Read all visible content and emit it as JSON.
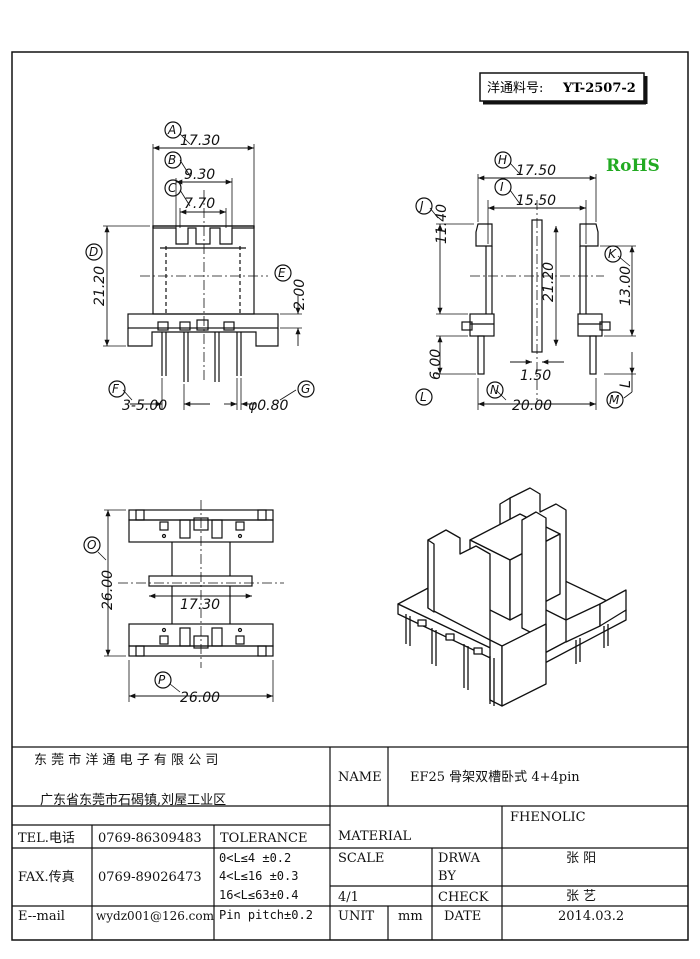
{
  "part_label": "洋通料号:",
  "part_number": "YT-2507-2",
  "rohs": "RoHS",
  "colors": {
    "line": "#111111",
    "rohs": "#22aa22"
  },
  "front_view": {
    "dims": {
      "A": "17.30",
      "B": "9.30",
      "C": "7.70",
      "D": "21.20",
      "E": "2.00",
      "F": "3-5.00",
      "G": "φ0.80"
    },
    "letters": [
      "A",
      "B",
      "C",
      "D",
      "E",
      "F",
      "G"
    ]
  },
  "side_view": {
    "dims": {
      "H": "17.50",
      "I": "15.50",
      "J": "11.40",
      "center": "21.20",
      "K": "13.00",
      "pin_w": "1.50",
      "L": "6.00",
      "N": "20.00",
      "M": "L"
    },
    "letters": [
      "H",
      "I",
      "J",
      "K",
      "L",
      "M",
      "N"
    ]
  },
  "top_view": {
    "dims": {
      "O": "26.00",
      "inner": "17.30",
      "P": "26.00"
    },
    "letters": [
      "O",
      "P"
    ]
  },
  "title_block": {
    "company": "东 莞 市 洋 通 电 子 有 限 公 司",
    "address": "广东省东莞市石碣镇,刘屋工业区",
    "name_label": "NAME",
    "name_value": "EF25 骨架双槽卧式 4+4pin",
    "tel_label": "TEL.电话",
    "tel_value": "0769-86309483",
    "fax_label": "FAX.传真",
    "fax_value": "0769-89026473",
    "email_label": "E--mail",
    "email_value": "wydz001@126.com",
    "tolerance_label": "TOLERANCE",
    "tolerance_rows": [
      "0<L≤4   ±0.2",
      "4<L≤16  ±0.3",
      "16<L≤63±0.4",
      "Pin pitch±0.2"
    ],
    "material_label": "MATERIAL",
    "material_value": "FHENOLIC",
    "scale_label": "SCALE",
    "scale_value": "4/1",
    "drawn_label_1": "DRWA",
    "drawn_label_2": "BY",
    "drawn_value": "张 阳",
    "check_label": "CHECK",
    "check_value": "张 艺",
    "unit_label": "UNIT",
    "unit_value": "mm",
    "date_label": "DATE",
    "date_value": "2014.03.2"
  }
}
